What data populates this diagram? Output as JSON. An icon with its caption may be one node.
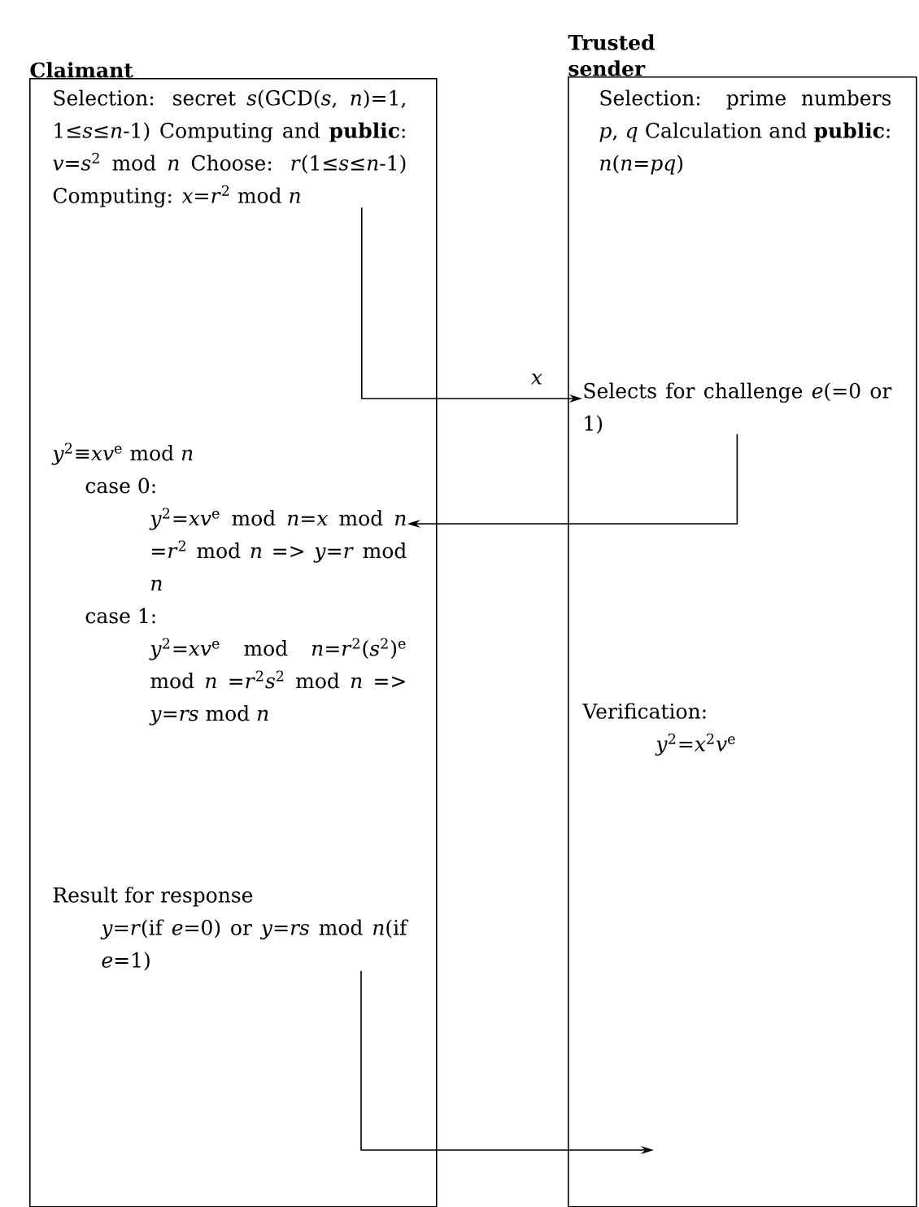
{
  "diagram": {
    "nodes": [
      {
        "text": [
          "Claimant"
        ]
      },
      {
        "text": [
          "Selection: secret *s*(GCD(*s*, *n*)=1, 1≤*s*≤*n*-1) Computing and **public**: *v*=*s*$^{2}$ mod *n* Choose: *r*(1≤*s*≤*n*-1) Computing: *x*=*r*$^{2}$ mod *n*"
        ],
        "in": 0
      },
      {
        "text": [
          "*y*$^{2}$≡*xv*$^{e}$ mod *n*",
          "case 0:",
          "*y*$^{2}$=*xv*$^{e}$ mod *n*=*x* mod *n* =*r*$^{2}$ mod *n* => *y*=*r* mod *n*",
          "case 1:",
          "*y*$^{2}$=*xv*$^{e}$ mod *n*=*r*$^{2}$(*s*$^{2}$)$^{e}$ mod *n* =*r*$^{2}$*s*$^{2}$ mod *n* => *y*=*rs* mod *n*"
        ],
        "in": 0
      },
      {
        "text": [
          "Result for response",
          "*y*=*r*(if *e*=0) or *y*=*rs* mod *n*(if *e*=1)"
        ],
        "in": 0
      },
      {
        "text": [
          "Trusted sender"
        ]
      },
      {
        "text": [
          "Selection: prime numbers *p*, *q* Calculation and **public**: *n*(*n*=*pq*)"
        ],
        "in": 4
      },
      {
        "text": [
          "Selects for challenge *e*(=0 or 1)"
        ],
        "in": 4
      },
      {
        "text": [
          "Verification:",
          "*y*$^{2}$=*x*$^{2}$*v*$^{e}$"
        ],
        "in": 4
      }
    ],
    "edges": [
      {
        "from": 1,
        "to": 6,
        "arrow": "to",
        "label": "*x*"
      },
      {
        "from": 6,
        "to": 2,
        "arrow": "to"
      },
      {
        "from": 3,
        "to": null,
        "arrow": "to"
      }
    ]
  }
}
